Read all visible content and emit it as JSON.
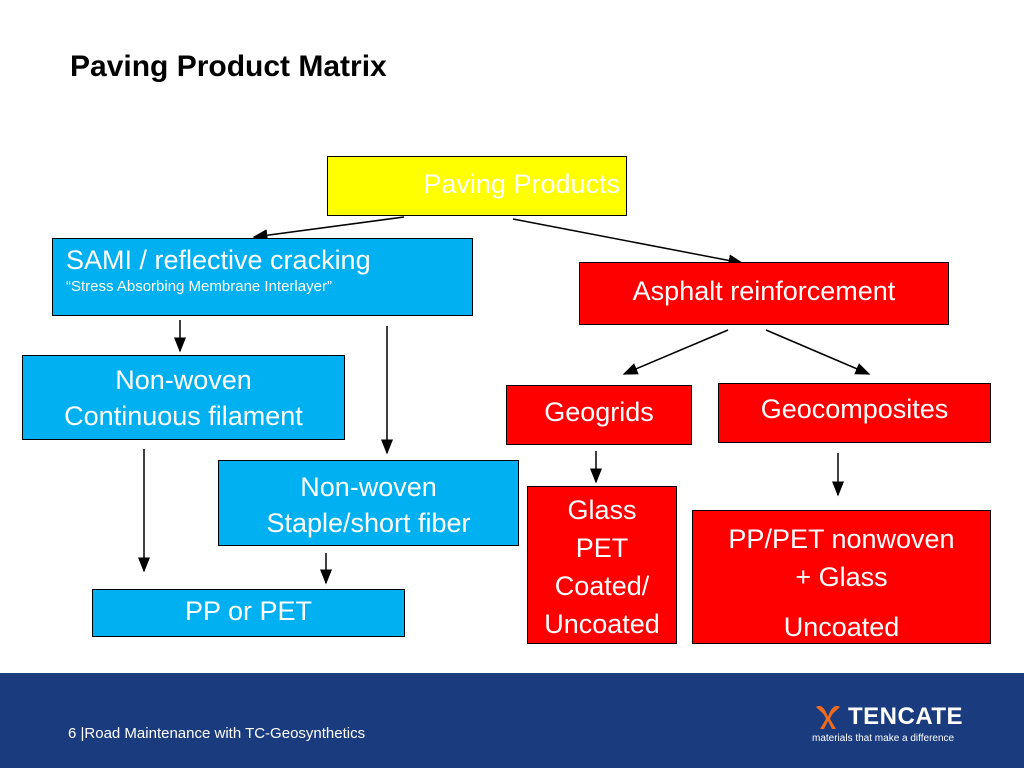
{
  "title": "Paving Product Matrix",
  "nodes": {
    "paving_products": "Paving Products",
    "sami": {
      "line1": "SAMI / reflective cracking",
      "line2": "“Stress Absorbing Membrane Interlayer”"
    },
    "asphalt": "Asphalt reinforcement",
    "nonwoven_cont": {
      "line1": "Non-woven",
      "line2": "Continuous filament"
    },
    "nonwoven_staple": {
      "line1": "Non-woven",
      "line2": "Staple/short fiber"
    },
    "pp_pet": "PP or PET",
    "geogrids": "Geogrids",
    "geocomposites": "Geocomposites",
    "glass": {
      "line1": "Glass",
      "line2": "PET",
      "line3": "Coated/",
      "line4": "Uncoated"
    },
    "pppet_nonwoven": {
      "line1": "PP/PET nonwoven",
      "line2": "+ Glass",
      "line3": "Uncoated"
    }
  },
  "colors": {
    "yellow": "#ffff00",
    "blue": "#00b0f0",
    "red": "#ff0000",
    "footer": "#1a3c7e"
  },
  "footer": {
    "text": "6 |Road Maintenance with TC-Geosynthetics",
    "logo_name": "TENCATE",
    "logo_tagline": "materials that make a difference"
  }
}
